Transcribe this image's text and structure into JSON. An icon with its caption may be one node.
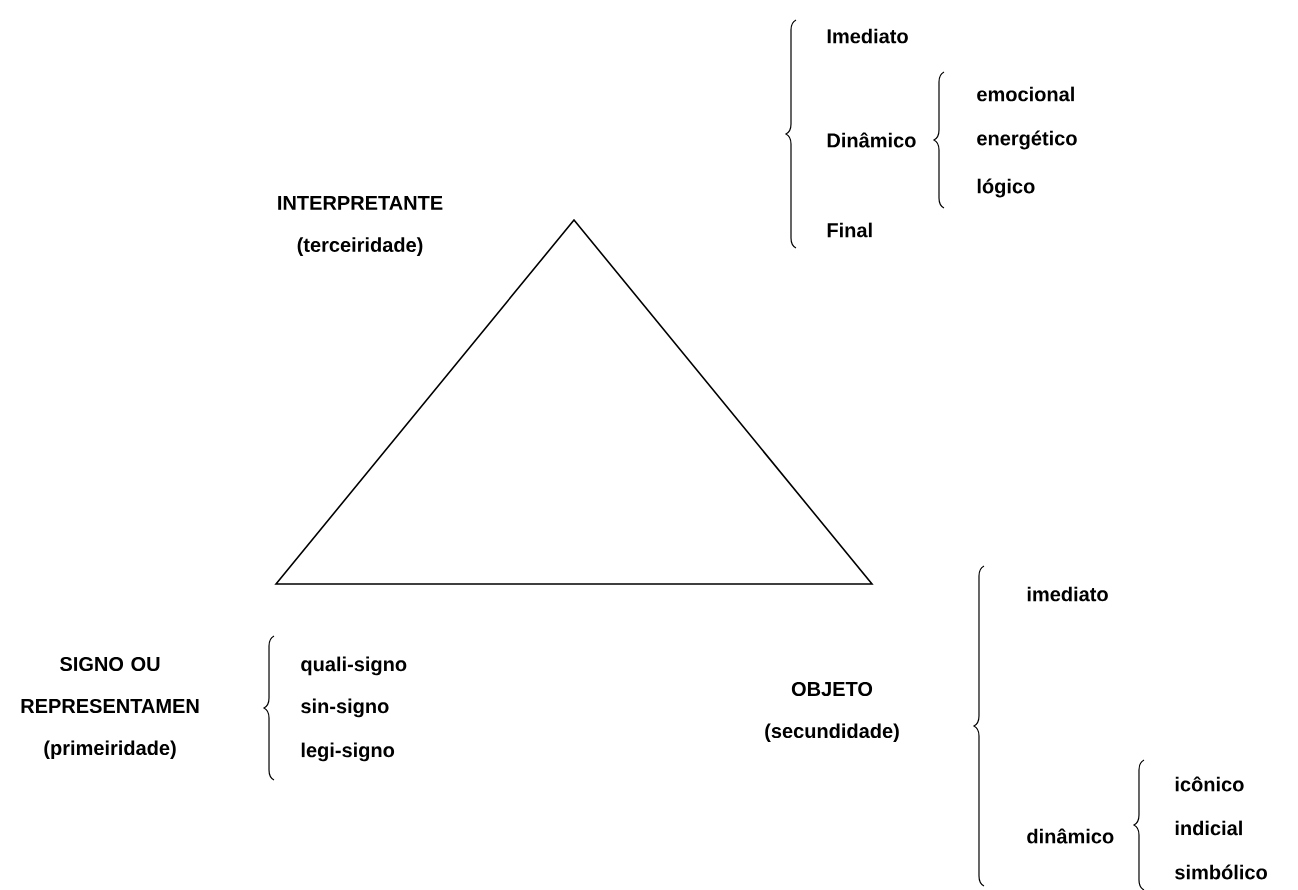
{
  "diagram": {
    "nodes": [
      {
        "text": [],
        "shape": "triangle"
      }
    ],
    "labels": [
      "INTERPRETANTE (terceiridade)",
      "Imediato",
      "Dinâmico",
      "emocional",
      "energético",
      "lógico",
      "Final",
      "SIGNO OU REPRESENTAMEN (primeiridade)",
      "quali-signo",
      "sin-signo",
      "legi-signo",
      "OBJETO (secundidade)",
      "imediato",
      "dinâmico",
      "icônico",
      "indicial",
      "simbólico"
    ]
  }
}
